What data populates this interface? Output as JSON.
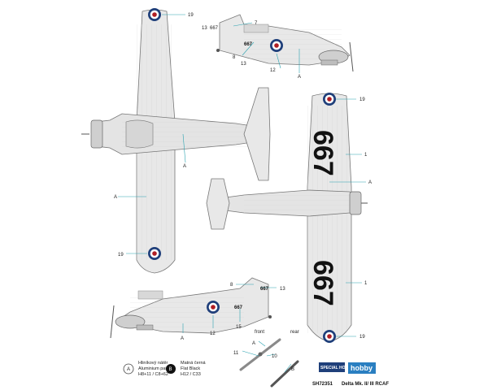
{
  "callouts": {
    "n1": "1",
    "n7": "7",
    "n8": "8",
    "n10": "10",
    "n11": "11",
    "n12": "12",
    "n13": "13",
    "n15": "15",
    "n19": "19",
    "A": "A",
    "B": "B"
  },
  "registration": "667",
  "propeller_view": {
    "front": "front",
    "rear": "rear"
  },
  "legend": {
    "a": {
      "badge": "A",
      "line1": "Hliníkový nátěr",
      "line2": "Aluminium paint",
      "line3": "H8+11 / C8+62"
    },
    "b": {
      "badge": "B",
      "line1": "Matná černá",
      "line2": "Flat Black",
      "line3": "H12 / C33"
    }
  },
  "footer": {
    "code": "SH72351",
    "title": "Delta Mk. II/ III RCAF"
  },
  "logos": {
    "special": "SPECIAL HOBBY",
    "hobby": "hobby"
  },
  "colors": {
    "roundel_blue": "#1f3f7a",
    "roundel_red": "#b01e23",
    "aluminium": "#e6e6e6",
    "leader": "#2aa2b0"
  }
}
